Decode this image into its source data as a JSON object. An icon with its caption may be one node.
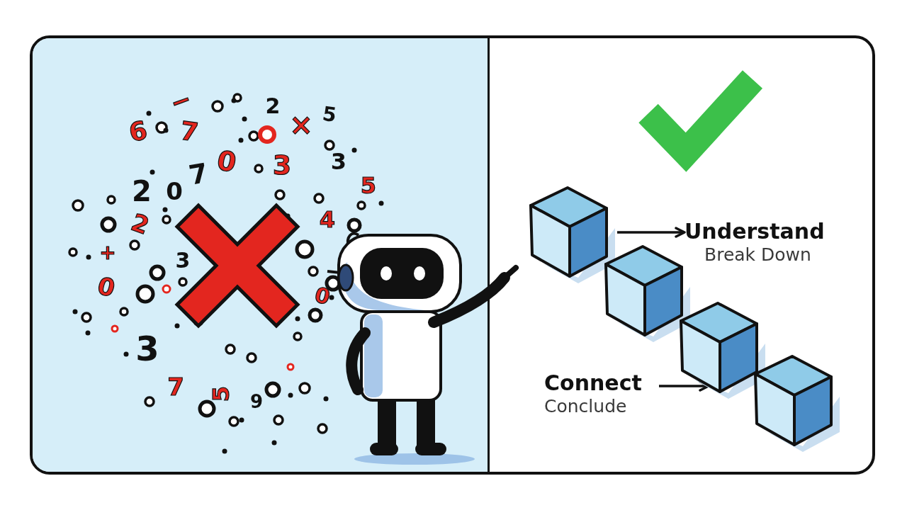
{
  "diagram": {
    "nodes": [
      {
        "text": [],
        "shape": "cube"
      },
      {
        "text": [
          "Understand",
          "Break Down"
        ]
      },
      {
        "text": [],
        "shape": "cube"
      },
      {
        "text": [],
        "shape": "cube"
      },
      {
        "text": [],
        "shape": "cube"
      },
      {
        "text": [
          "Connect",
          "Conclude"
        ]
      }
    ],
    "edges": [
      {
        "from": 0,
        "to": 1,
        "arrow": "to"
      },
      {
        "from": 5,
        "to": 3,
        "arrow": "to"
      }
    ],
    "labels": [
      "−",
      "2",
      "5",
      "×",
      "6",
      "7",
      "3",
      "0",
      "3",
      "7",
      "5",
      "2",
      "0",
      "4",
      "2",
      "+",
      "3",
      "0",
      "0",
      "3",
      "7",
      "5",
      "9"
    ]
  }
}
